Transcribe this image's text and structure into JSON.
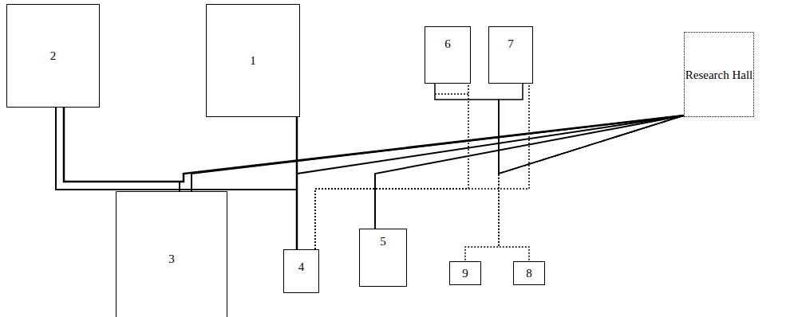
{
  "diagram": {
    "nodes": [
      {
        "text": [
          "2"
        ]
      },
      {
        "text": [
          "1"
        ]
      },
      {
        "text": [
          "6"
        ]
      },
      {
        "text": [
          "7"
        ]
      },
      {
        "text": [
          "Research Hall"
        ]
      },
      {
        "text": [
          "3"
        ]
      },
      {
        "text": [
          "4"
        ]
      },
      {
        "text": [
          "5"
        ]
      },
      {
        "text": [
          "9"
        ]
      },
      {
        "text": [
          "8"
        ]
      }
    ],
    "edges": [
      {
        "from": 4,
        "to": 1,
        "arrow": "none"
      },
      {
        "from": 4,
        "to": 0,
        "arrow": "none"
      },
      {
        "from": 4,
        "to": 5,
        "arrow": "none"
      },
      {
        "from": 1,
        "to": 6,
        "arrow": "none"
      },
      {
        "from": 4,
        "to": 7,
        "arrow": "none"
      },
      {
        "from": 4,
        "to": 2,
        "arrow": "none"
      },
      {
        "from": 4,
        "to": 3,
        "arrow": "none"
      },
      {
        "from": 6,
        "to": 2,
        "arrow": "none"
      },
      {
        "from": 6,
        "to": 3,
        "arrow": "none"
      },
      {
        "from": 4,
        "to": 8,
        "arrow": "none"
      },
      {
        "from": 4,
        "to": 9,
        "arrow": "none"
      }
    ]
  }
}
